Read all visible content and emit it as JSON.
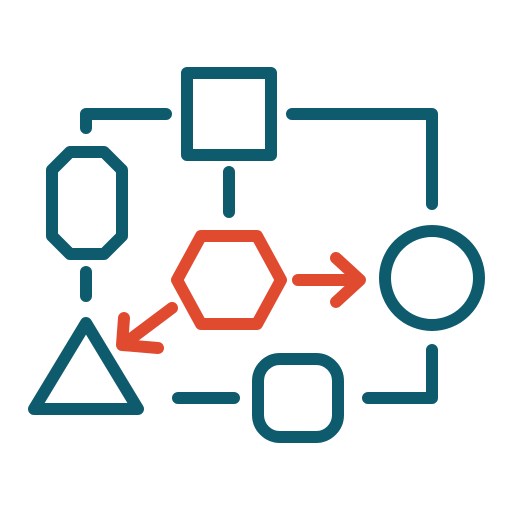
{
  "icon": {
    "name": "flowchart-diagram-icon",
    "colors": {
      "primary": "#0f5b6e",
      "accent": "#e04a2f",
      "background": "#ffffff"
    },
    "nodes": [
      {
        "id": "top-square",
        "shape": "square",
        "color": "primary"
      },
      {
        "id": "left-octagon",
        "shape": "elongated-octagon",
        "color": "primary"
      },
      {
        "id": "center-hexagon",
        "shape": "hexagon",
        "color": "accent"
      },
      {
        "id": "right-circle",
        "shape": "circle",
        "color": "primary"
      },
      {
        "id": "left-triangle",
        "shape": "triangle",
        "color": "primary"
      },
      {
        "id": "bottom-rounded-square",
        "shape": "rounded-square",
        "color": "primary"
      }
    ],
    "edges": [
      {
        "from": "center-hexagon",
        "to": "right-circle",
        "arrow": true,
        "color": "accent"
      },
      {
        "from": "center-hexagon",
        "to": "left-triangle",
        "arrow": true,
        "color": "accent"
      },
      {
        "from": "top-square",
        "to": "left-octagon",
        "arrow": false,
        "color": "primary"
      },
      {
        "from": "top-square",
        "to": "right-circle",
        "arrow": false,
        "color": "primary"
      },
      {
        "from": "top-square",
        "to": "center-hexagon",
        "arrow": false,
        "color": "primary"
      },
      {
        "from": "left-octagon",
        "to": "left-triangle",
        "arrow": false,
        "color": "primary"
      },
      {
        "from": "left-triangle",
        "to": "bottom-rounded-square",
        "arrow": false,
        "color": "primary"
      },
      {
        "from": "bottom-rounded-square",
        "to": "right-circle",
        "arrow": false,
        "color": "primary"
      }
    ]
  }
}
